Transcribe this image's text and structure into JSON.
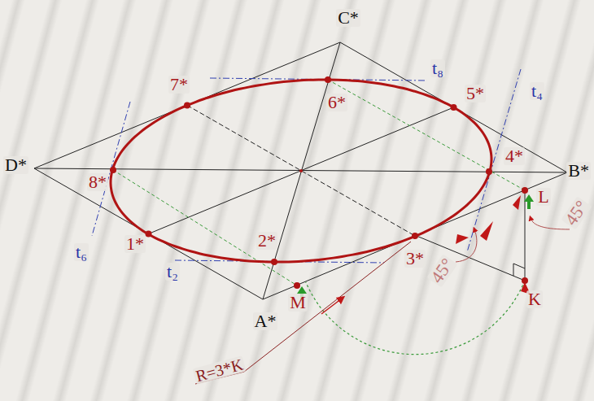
{
  "diagram": {
    "labels": [
      "C*",
      "t₈",
      "7*",
      "6*",
      "5*",
      "t₄",
      "4*",
      "B*",
      "D*",
      "8*",
      "L",
      "45°",
      "t₆",
      "1*",
      "2*",
      "t₂",
      "3*",
      "45°",
      "M",
      "K",
      "A*",
      "R=3*K"
    ]
  }
}
